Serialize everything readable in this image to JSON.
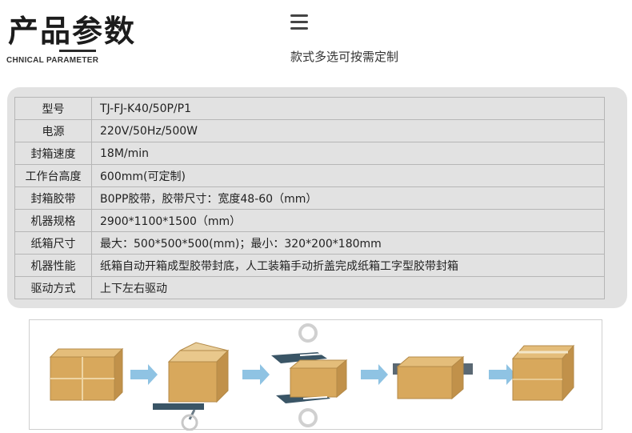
{
  "header": {
    "title": "产品参数",
    "subtitle_en": "CHNICAL PARAMETER",
    "tagline": "款式多选可按需定制"
  },
  "specs": [
    {
      "key": "型号",
      "value": "TJ-FJ-K40/50P/P1"
    },
    {
      "key": "电源",
      "value": "220V/50Hz/500W"
    },
    {
      "key": "封箱速度",
      "value": "18M/min"
    },
    {
      "key": "工作台高度",
      "value": " 600mm(可定制)"
    },
    {
      "key": "封箱胶带",
      "value": "B0PP胶带，胶带尺寸：宽度48-60（mm）"
    },
    {
      "key": "机器规格",
      "value": "2900*1100*1500（mm）"
    },
    {
      "key": "纸箱尺寸",
      "value": "最大：500*500*500(mm)；最小：320*200*180mm"
    },
    {
      "key": "机器性能",
      "value": "纸箱自动开箱成型胶带封底，人工装箱手动折盖完成纸箱工字型胶带封箱"
    },
    {
      "key": "驱动方式",
      "value": "上下左右驱动"
    }
  ],
  "colors": {
    "panel": "#e2e2e2",
    "table_border": "#b6b6b6",
    "cardboard": "#d8a85c",
    "arrow": "#8fc3e3",
    "machine_arm": "#3a5566"
  }
}
